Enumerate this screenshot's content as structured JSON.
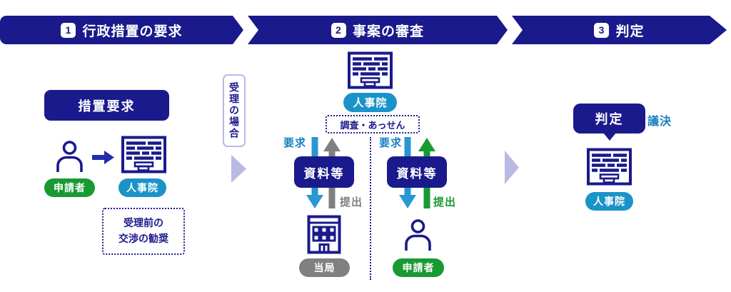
{
  "colors": {
    "navy": "#1a1a8c",
    "step_label_blue": "#187fc4",
    "arrow_blue": "#2a96d2",
    "arrow_gray": "#808080",
    "arrow_green": "#189a32",
    "applicant_green": "#189a32",
    "npa_cyan": "#1a93c8",
    "authority_gray": "#808080",
    "transition_lavender": "#b9b9e3"
  },
  "header": {
    "steps": [
      {
        "number": "1",
        "label": "行政措置の要求"
      },
      {
        "number": "2",
        "label": "事案の審査"
      },
      {
        "number": "3",
        "label": "判定"
      }
    ]
  },
  "step1": {
    "request_box": "措置要求",
    "applicant": "申請者",
    "npa": "人事院",
    "note_line1": "受理前の",
    "note_line2": "交渉の勧奨"
  },
  "transition": {
    "accepted_case": "受理の場合"
  },
  "step2": {
    "npa": "人事院",
    "investigation": "調査・あっせん",
    "authority_flow": {
      "request": "要求",
      "materials": "資料等",
      "submit": "提出",
      "entity": "当局"
    },
    "applicant_flow": {
      "request": "要求",
      "materials": "資料等",
      "submit": "提出",
      "entity": "申請者"
    }
  },
  "step3": {
    "decision": "判定",
    "resolution": "議決",
    "npa": "人事院"
  }
}
